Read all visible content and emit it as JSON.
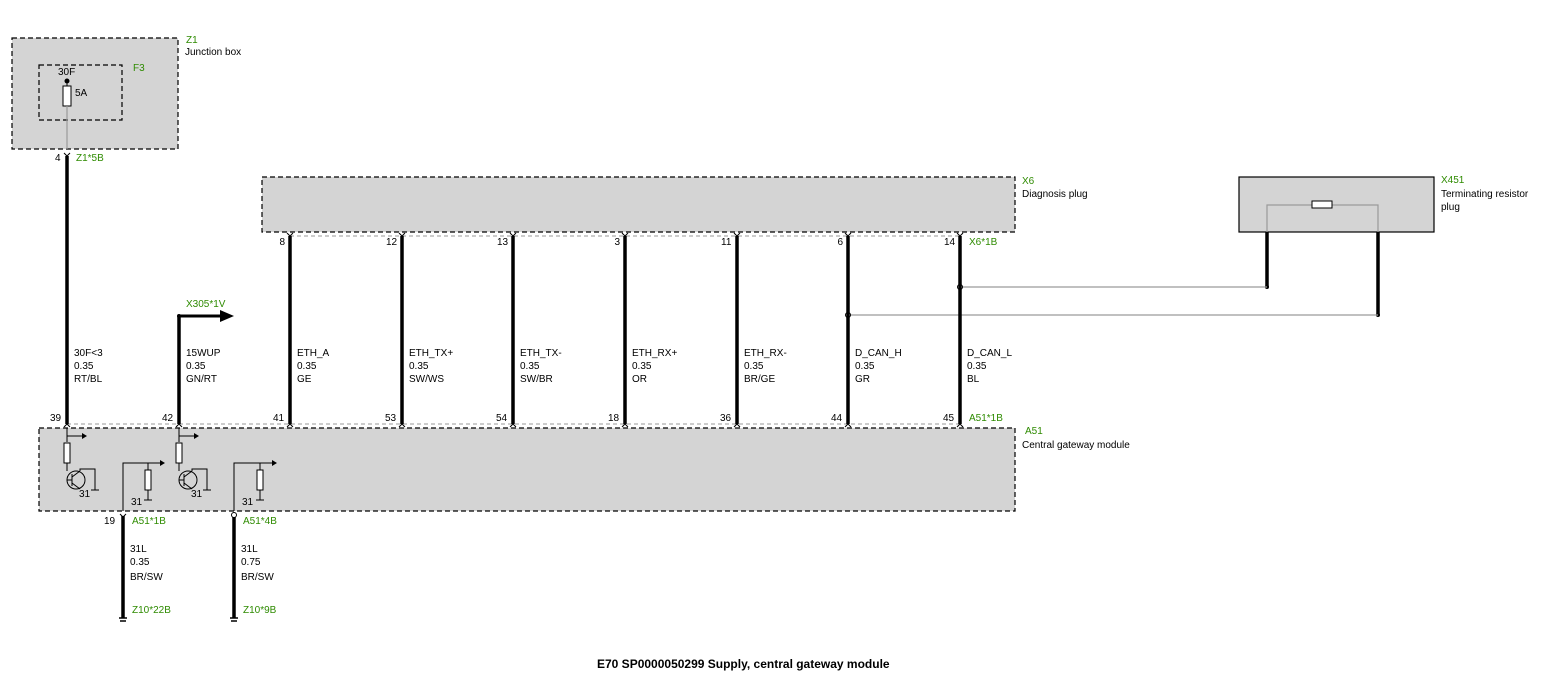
{
  "title": "E70  SP0000050299 Supply, central gateway module",
  "colors": {
    "component_fill": "#d4d4d4",
    "code_green": "#2e8b00",
    "wire": "#000000"
  },
  "junction_box": {
    "id": "Z1",
    "name": "Junction box",
    "fuse": {
      "id": "F3",
      "terminal": "30F",
      "rating": "5A"
    },
    "pin": "4",
    "connector": "Z1*5B"
  },
  "diagnosis_plug": {
    "id": "X6",
    "name": "Diagnosis plug",
    "connector": "X6*1B"
  },
  "terminating_resistor": {
    "id": "X451",
    "name_line1": "Terminating resistor",
    "name_line2": "plug"
  },
  "gateway": {
    "id": "A51",
    "name": "Central gateway module",
    "connector_top": "A51*1B"
  },
  "branch": {
    "label": "X305*1V"
  },
  "transistor_ground_label": "31",
  "top_wires": [
    {
      "key": "w30",
      "pin_top": "4",
      "pin_bottom": "39",
      "signal": "30F<3",
      "size": "0.35",
      "color": "RT/BL"
    },
    {
      "key": "w15",
      "pin_top": "",
      "pin_bottom": "42",
      "signal": "15WUP",
      "size": "0.35",
      "color": "GN/RT"
    },
    {
      "key": "eth_a",
      "pin_top": "8",
      "pin_bottom": "41",
      "signal": "ETH_A",
      "size": "0.35",
      "color": "GE"
    },
    {
      "key": "eth_txp",
      "pin_top": "12",
      "pin_bottom": "53",
      "signal": "ETH_TX+",
      "size": "0.35",
      "color": "SW/WS"
    },
    {
      "key": "eth_txm",
      "pin_top": "13",
      "pin_bottom": "54",
      "signal": "ETH_TX-",
      "size": "0.35",
      "color": "SW/BR"
    },
    {
      "key": "eth_rxp",
      "pin_top": "3",
      "pin_bottom": "18",
      "signal": "ETH_RX+",
      "size": "0.35",
      "color": "OR"
    },
    {
      "key": "eth_rxm",
      "pin_top": "11",
      "pin_bottom": "36",
      "signal": "ETH_RX-",
      "size": "0.35",
      "color": "BR/GE"
    },
    {
      "key": "dcanh",
      "pin_top": "6",
      "pin_bottom": "44",
      "signal": "D_CAN_H",
      "size": "0.35",
      "color": "GR"
    },
    {
      "key": "dcanl",
      "pin_top": "14",
      "pin_bottom": "45",
      "signal": "D_CAN_L",
      "size": "0.35",
      "color": "BL"
    }
  ],
  "ground_wires": [
    {
      "pin": "19",
      "connector": "A51*1B",
      "ground_label": "31",
      "signal": "31L",
      "size": "0.35",
      "color": "BR/SW",
      "ground": "Z10*22B"
    },
    {
      "pin": "",
      "connector": "A51*4B",
      "ground_label": "31",
      "signal": "31L",
      "size": "0.75",
      "color": "BR/SW",
      "ground": "Z10*9B"
    }
  ]
}
